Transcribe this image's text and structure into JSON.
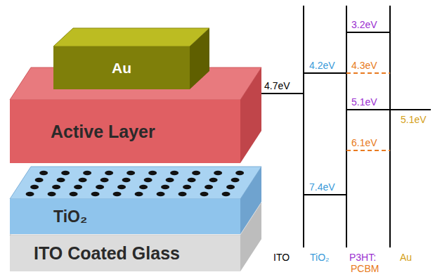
{
  "diagram": {
    "nodes": [
      {
        "text": [
          "Au"
        ]
      },
      {
        "text": [
          "Active Layer"
        ]
      },
      {
        "text": [
          "TiO₂"
        ]
      },
      {
        "text": [
          "ITO Coated Glass"
        ]
      }
    ],
    "labels": [
      "4.7eV",
      "4.2eV",
      "7.4eV",
      "3.2eV",
      "4.3eV",
      "5.1eV",
      "6.1eV",
      "5.1eV",
      "ITO",
      "TiO₂",
      "P3HT:",
      "PCBM",
      "Au"
    ]
  }
}
